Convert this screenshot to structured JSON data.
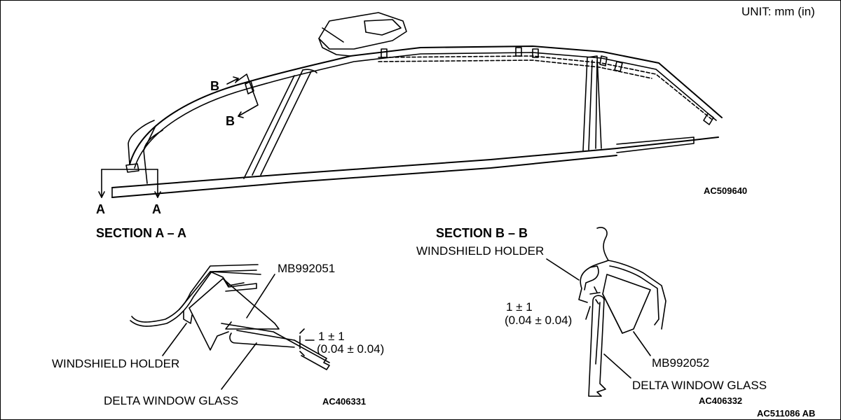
{
  "unit": "UNIT: mm (in)",
  "overview": {
    "code": "AC509640",
    "arrow_b_top": "B",
    "arrow_b_bottom": "B",
    "arrow_a_left": "A",
    "arrow_a_right": "A"
  },
  "section_a": {
    "title": "SECTION A – A",
    "tool": "MB992051",
    "gap": "1 ± 1",
    "gap_in": "(0.04 ± 0.04)",
    "holder": "WINDSHIELD HOLDER",
    "glass": "DELTA WINDOW GLASS",
    "code": "AC406331"
  },
  "section_b": {
    "title": "SECTION B – B",
    "holder": "WINDSHIELD HOLDER",
    "gap": "1 ± 1",
    "gap_in": "(0.04 ± 0.04)",
    "tool": "MB992052",
    "glass": "DELTA WINDOW GLASS",
    "code": "AC406332"
  },
  "figure_code": "AC511086 AB"
}
